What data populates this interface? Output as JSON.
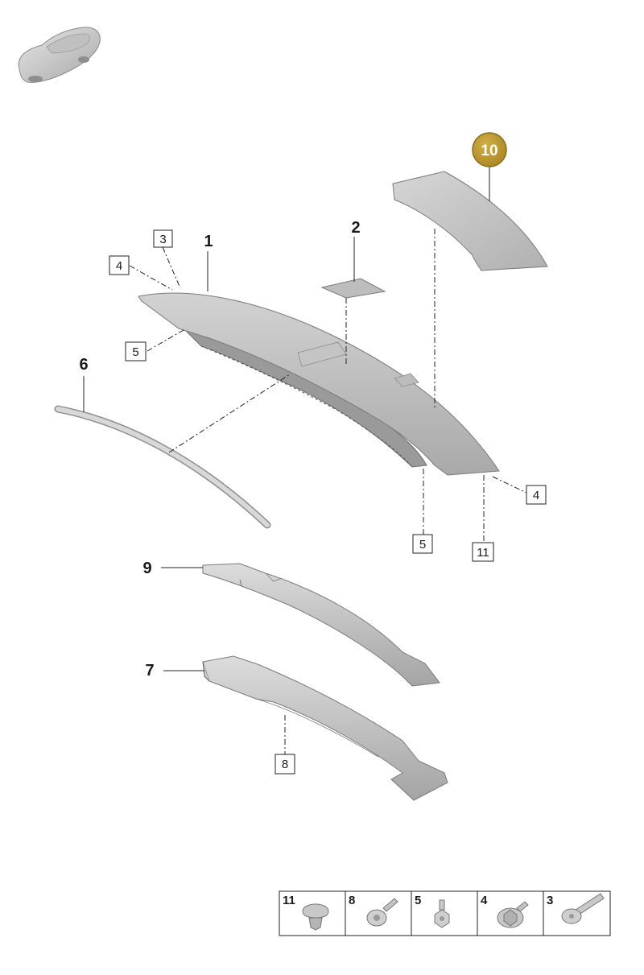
{
  "callouts": {
    "c1": "1",
    "c2": "2",
    "c6": "6",
    "c7": "7",
    "c9": "9",
    "c10": "10"
  },
  "boxed_labels": {
    "b3": "3",
    "b4_left": "4",
    "b5_left": "5",
    "b4_right": "4",
    "b5_bottom": "5",
    "b11": "11",
    "b8": "8"
  },
  "legend": {
    "cells": [
      {
        "number": "11",
        "icon": "clip-icon"
      },
      {
        "number": "8",
        "icon": "screw-icon"
      },
      {
        "number": "5",
        "icon": "nut-icon"
      },
      {
        "number": "4",
        "icon": "hex-nut-icon"
      },
      {
        "number": "3",
        "icon": "bolt-icon"
      }
    ]
  },
  "colors": {
    "highlight_badge": "#b8952e",
    "part_gray": "#c9c9c9",
    "line": "#222222"
  }
}
